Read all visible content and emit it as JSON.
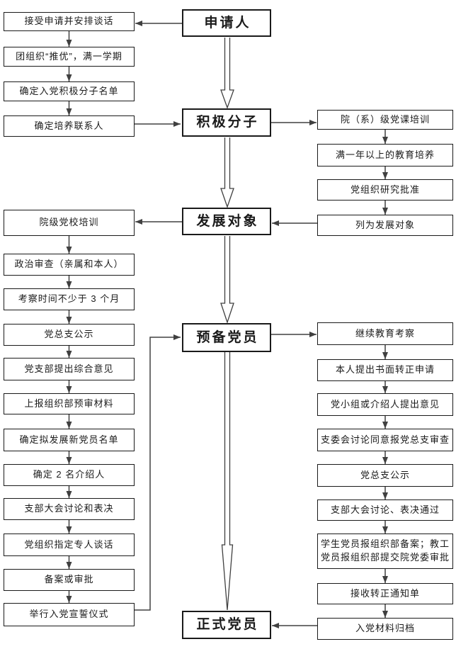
{
  "stages": [
    "申请人",
    "积极分子",
    "发展对象",
    "预备党员",
    "正式党员"
  ],
  "left_steps": [
    "接受申请并安排谈话",
    "团组织“推优”，满一学期",
    "确定入党积极分子名单",
    "确定培养联系人",
    "院级党校培训",
    "政治审查（亲属和本人）",
    "考察时间不少于 3 个月",
    "党总支公示",
    "党支部提出综合意见",
    "上报组织部预审材料",
    "确定拟发展新党员名单",
    "确定 2 名介绍人",
    "支部大会讨论和表决",
    "党组织指定专人谈话",
    "备案或审批",
    "举行入党宣誓仪式"
  ],
  "right_steps": [
    "院（系）级党课培训",
    "满一年以上的教育培养",
    "党组织研究批准",
    "列为发展对象",
    "继续教育考察",
    "本人提出书面转正申请",
    "党小组或介绍人提出意见",
    "支委会讨论同意报党总支审查",
    "党总支公示",
    "支部大会讨论、表决通过",
    "学生党员报组织部备案；教工党员报组织部提交院党委审批",
    "接收转正通知单",
    "入党材料归档"
  ],
  "colors": {
    "line": "#404040",
    "box_border": "#1a1a1a",
    "background": "#ffffff",
    "text": "#1a1a1a"
  }
}
